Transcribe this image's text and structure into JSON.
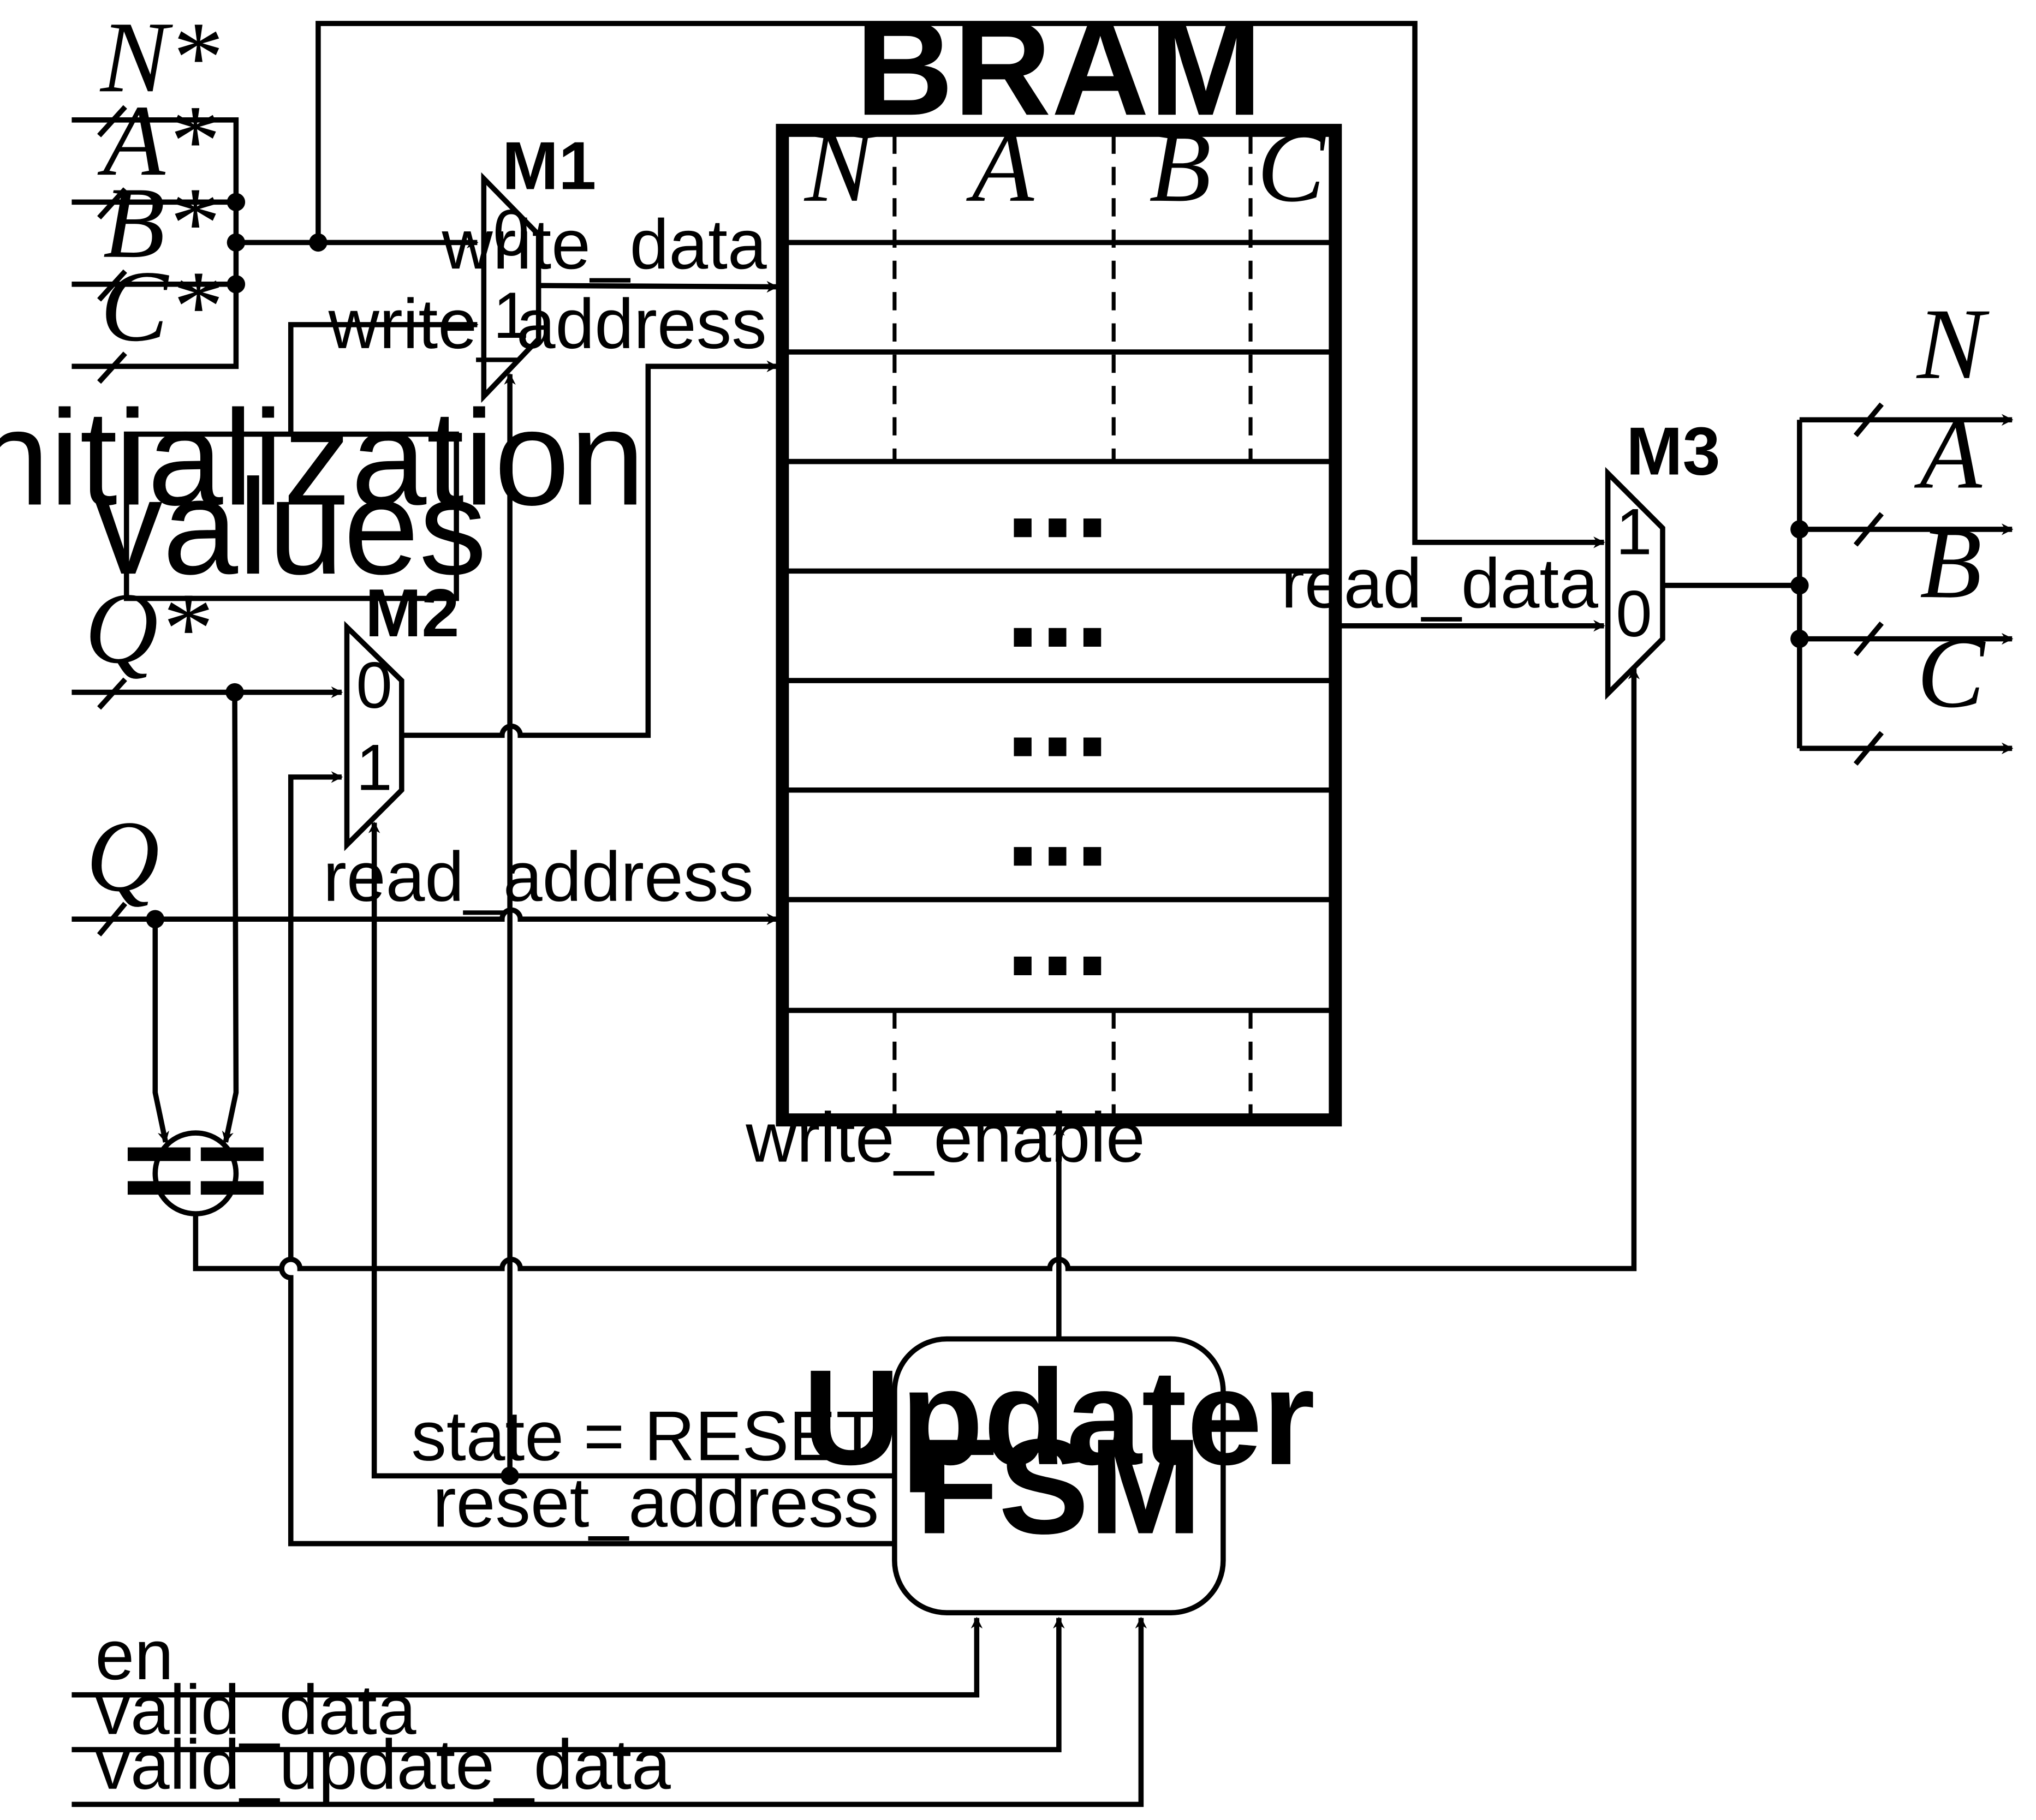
{
  "bram": {
    "title": "BRAM",
    "fields": [
      "N",
      "A",
      "B",
      "C"
    ],
    "ellipsis": [
      "...",
      "...",
      "...",
      "...",
      "..."
    ]
  },
  "inputs": {
    "n_star": "N*",
    "a_star": "A*",
    "b_star": "B*",
    "c_star": "C*",
    "q_star": "Q*",
    "q": "Q"
  },
  "outputs": {
    "n": "N",
    "a": "A",
    "b": "B",
    "c": "C"
  },
  "mux": {
    "m1": {
      "name": "M1",
      "in0": "0",
      "in1": "1"
    },
    "m2": {
      "name": "M2",
      "in0": "0",
      "in1": "1"
    },
    "m3": {
      "name": "M3",
      "in1": "1",
      "in0": "0"
    }
  },
  "init_box": {
    "line1": "Initialization",
    "line2": "values"
  },
  "comparator": "==",
  "fsm": {
    "line1": "Updater",
    "line2": "FSM"
  },
  "signals": {
    "write_data": "write_data",
    "write_address": "write_address",
    "read_address": "read_address",
    "read_data": "read_data",
    "write_enable": "write_enable",
    "state_reset": "state = RESET",
    "reset_address": "reset_address",
    "en": "en",
    "valid_data": "valid_data",
    "valid_update_data": "valid_update_data"
  }
}
